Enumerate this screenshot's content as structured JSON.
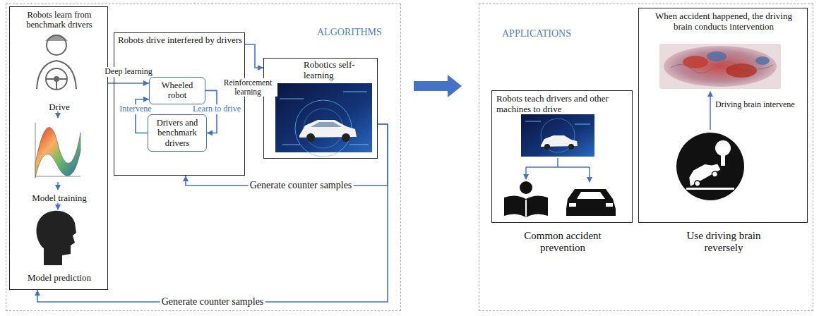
{
  "diagram": {
    "nodes": [
      {
        "text": [
          "ALGORITHMS"
        ]
      },
      {
        "text": [
          "Robots learn from benchmark drivers",
          "Drive",
          "Model training",
          "Model prediction"
        ],
        "in": 0
      },
      {
        "text": [
          "Robots drive interfered by drivers"
        ],
        "in": 0
      },
      {
        "text": [
          "Wheeled robot"
        ],
        "in": 2
      },
      {
        "text": [
          "Drivers and benchmark drivers"
        ],
        "in": 2
      },
      {
        "text": [
          "Robotics self-learning"
        ],
        "in": 0
      },
      {
        "text": [
          "APPLICATIONS"
        ]
      },
      {
        "text": [
          "Robots teach drivers and other machines to drive",
          "Common accident prevention"
        ],
        "in": 6
      },
      {
        "text": [
          "When accident happened, the driving brain conducts intervention",
          "Driving brain intervene",
          "Use driving brain reversely"
        ],
        "in": 6
      }
    ],
    "edges": [
      {
        "from": 1,
        "to": 3,
        "label": "Deep learning",
        "arrow": "to"
      },
      {
        "from": 4,
        "to": 3,
        "label": "Intervene",
        "arrow": "to"
      },
      {
        "from": 3,
        "to": 4,
        "label": "Learn to drive",
        "arrow": "to"
      },
      {
        "from": 2,
        "to": 5,
        "label": "Reinforcement learning",
        "arrow": "to"
      },
      {
        "from": 5,
        "to": 2,
        "label": "Generate counter samples",
        "arrow": "to"
      },
      {
        "from": 5,
        "to": 1,
        "label": "Generate counter samples",
        "arrow": "to"
      },
      {
        "from": 0,
        "to": 6,
        "arrow": "to"
      }
    ]
  }
}
